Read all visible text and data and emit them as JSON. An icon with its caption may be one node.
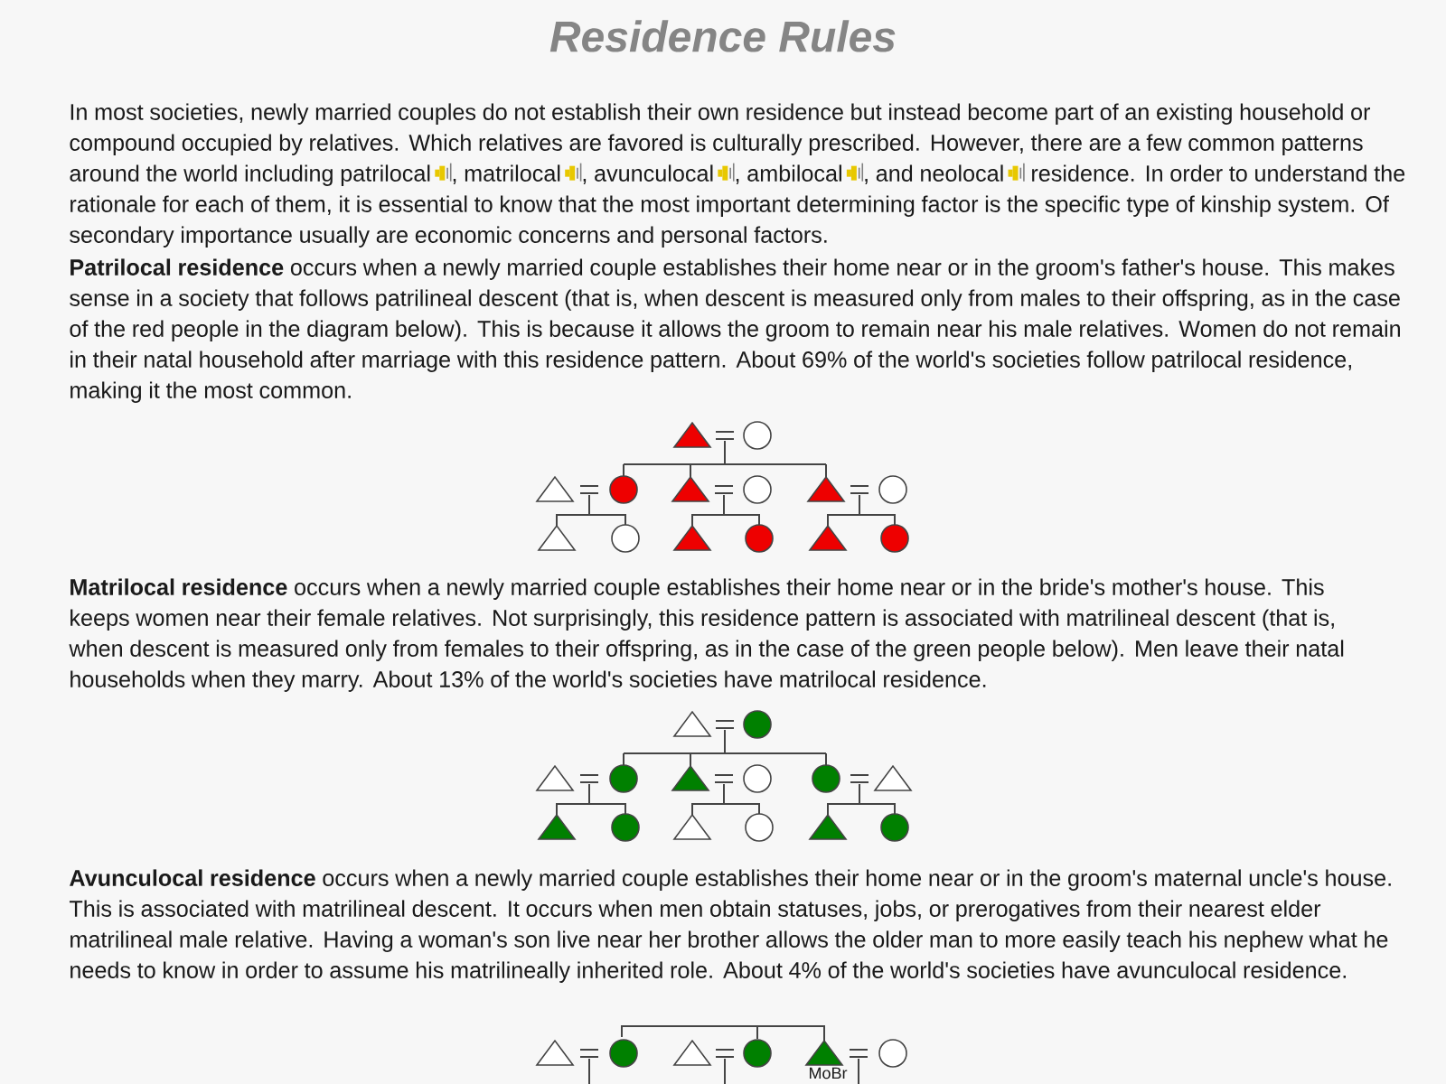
{
  "diagram": {
    "title": "Residence Rules",
    "labels": [
      "In most societies, newly married couples do not establish their own residence but instead become part of an existing household or compound occupied by relatives. Which relatives are favored is culturally prescribed. However, there are a few common patterns around the world including patrilocal",
      ", matrilocal",
      ", avunculocal",
      ", ambilocal",
      ", and neolocal",
      "residence. In order to understand the rationale for each of them, it is essential to know that the most important determining factor is the specific type of kinship system. Of secondary importance usually are economic concerns and personal factors.",
      "**Patrilocal residence** occurs when a newly married couple establishes their home near or in the groom's father's house. This makes sense in a society that follows patrilineal descent (that is, when descent is measured only from males to their offspring, as in the case of the red people in the diagram below). This is because it allows the groom to remain near his male relatives. Women do not remain in their natal household after marriage with this residence pattern. About 69% of the world's societies follow patrilocal residence, making it the most common.",
      "**Matrilocal residence** occurs when a newly married couple establishes their home near or in the bride's mother's house. This keeps women near their female relatives. Not surprisingly, this residence pattern is associated with matrilineal descent (that is, when descent is measured only from females to their offspring, as in the case of the green people below). Men leave their natal households when they marry. About 13% of the world's societies have matrilocal residence.",
      "**Avunculocal residence** occurs when a newly married couple establishes their home near or in the groom's maternal uncle's house. This is associated with matrilineal descent. It occurs when men obtain statuses, jobs, or prerogatives from their nearest elder matrilineal male relative. Having a woman's son live near her brother allows the older man to more easily teach his nephew what he needs to know in order to assume his matrilineally inherited role. About 4% of the world's societies have avunculocal residence.",
      "MoBr"
    ]
  }
}
